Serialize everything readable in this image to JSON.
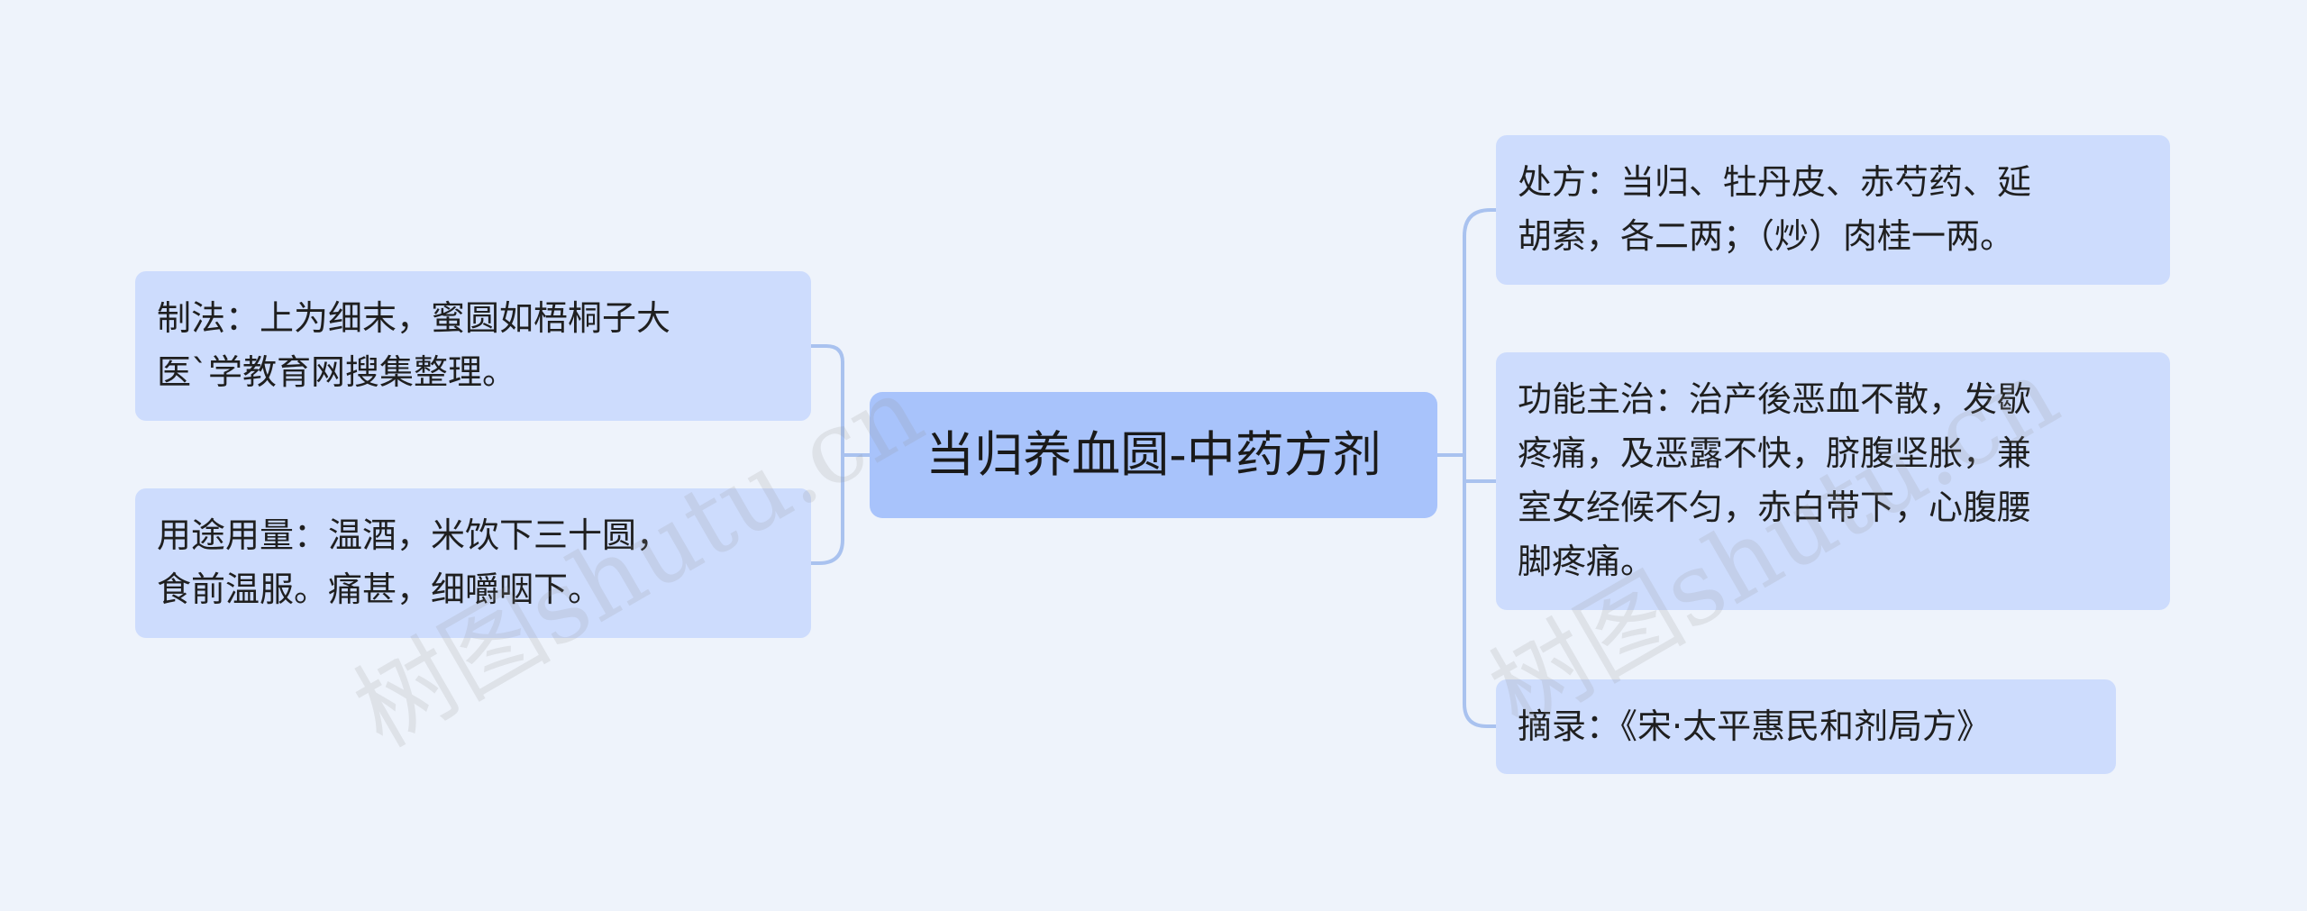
{
  "root": {
    "label": "当归养血圆-中药方剂"
  },
  "left_branches": [
    {
      "id": "zhifa",
      "lines": [
        "制法：上为细末，蜜圆如梧桐子大",
        "医`学教育网搜集整理。"
      ]
    },
    {
      "id": "yongtu",
      "lines": [
        "用途用量：温酒，米饮下三十圆，",
        "食前温服。痛甚，细嚼咽下。"
      ]
    }
  ],
  "right_branches": [
    {
      "id": "chufang",
      "lines": [
        "处方：当归、牡丹皮、赤芍药、延",
        "胡索，各二两；（炒）肉桂一两。"
      ]
    },
    {
      "id": "gongneng",
      "lines": [
        "功能主治：治产後恶血不散，发歇",
        "疼痛，及恶露不快，脐腹坚胀，兼",
        "室女经候不匀，赤白带下，心腹腰",
        "脚疼痛。"
      ]
    },
    {
      "id": "zhailu",
      "lines": [
        "摘录：《宋·太平惠民和剂局方》"
      ]
    }
  ],
  "watermarks": [
    "树图shutu.cn",
    "树图shutu.cn"
  ],
  "colors": {
    "background": "#eef3fb",
    "root_fill": "#a8c3fb",
    "node_fill": "#cddcfd",
    "connector": "#a9c2ef"
  }
}
